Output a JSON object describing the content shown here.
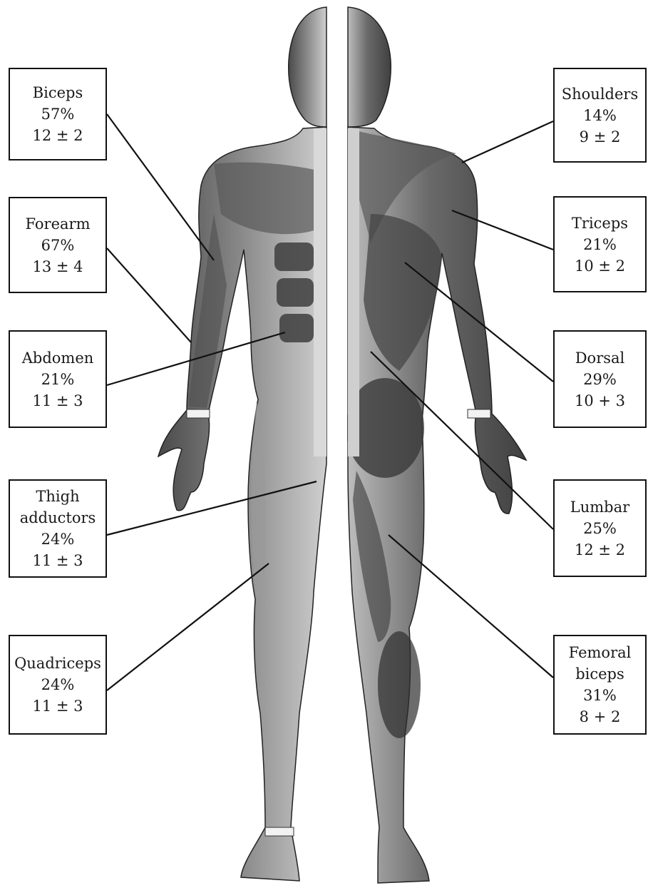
{
  "colors": {
    "line": "#111111",
    "skin_light": "#d9d9d9",
    "muscle_mid": "#7a7a7a",
    "muscle_dark": "#3a3a3a",
    "tendon": "#f2f2f2"
  },
  "icons": {
    "front_view": "anatomy-front-icon",
    "back_view": "anatomy-back-icon"
  },
  "labels": {
    "biceps": {
      "lines": [
        "Biceps",
        "57%",
        "12 ± 2"
      ]
    },
    "forearm": {
      "lines": [
        "Forearm",
        "67%",
        "13 ± 4"
      ]
    },
    "abdomen": {
      "lines": [
        "Abdomen",
        "21%",
        "11 ± 3"
      ]
    },
    "thigh_adductors": {
      "lines": [
        "Thigh",
        "adductors",
        "24%",
        "11 ± 3"
      ]
    },
    "quadriceps": {
      "lines": [
        "Quadriceps",
        "24%",
        "11 ± 3"
      ]
    },
    "shoulders": {
      "lines": [
        "Shoulders",
        "14%",
        "9 ± 2"
      ]
    },
    "triceps": {
      "lines": [
        "Triceps",
        "21%",
        "10 ± 2"
      ]
    },
    "dorsal": {
      "lines": [
        "Dorsal",
        "29%",
        "10 + 3"
      ]
    },
    "lumbar": {
      "lines": [
        "Lumbar",
        "25%",
        "12 ± 2"
      ]
    },
    "femoral_biceps": {
      "lines": [
        "Femoral",
        "biceps",
        "31%",
        "8 + 2"
      ]
    }
  }
}
